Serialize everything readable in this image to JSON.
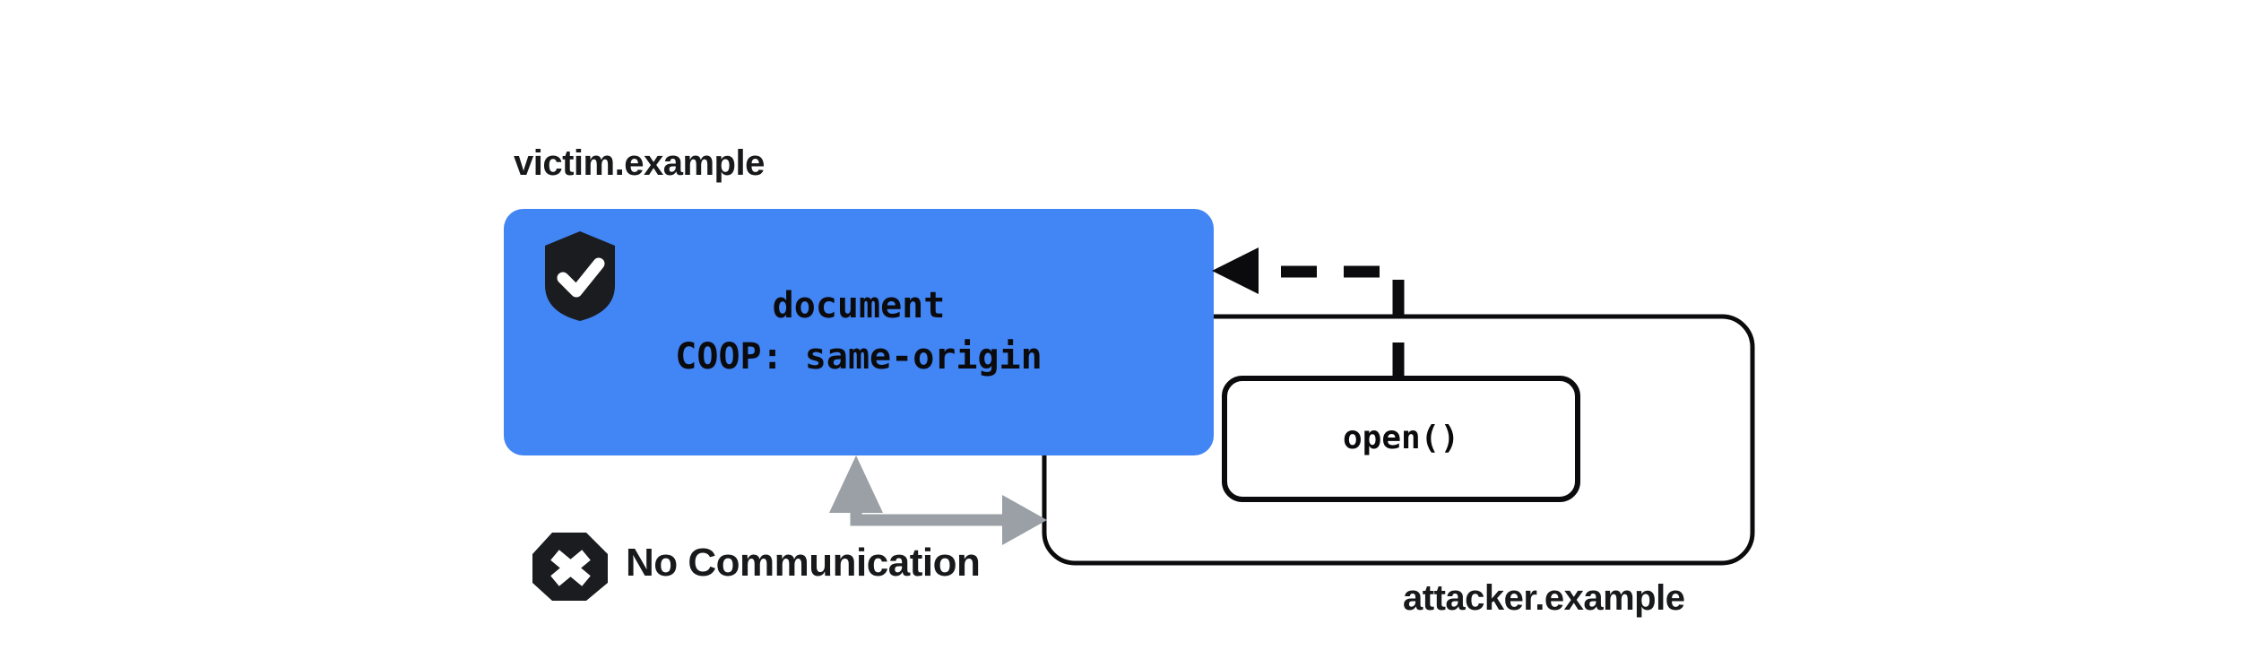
{
  "diagram": {
    "title": "COOP same-origin blocks cross-origin window communication",
    "colors": {
      "victim_fill": "#4285f4",
      "stroke": "#0b0b0d",
      "text": "#18191b",
      "no_communication_arrow": "#9aa0a6",
      "page_background": "#ffffff"
    },
    "victim": {
      "origin_label": "victim.example",
      "document_label": "document",
      "coop_header": "COOP: same-origin",
      "shield_icon": "shield-check-icon"
    },
    "attacker": {
      "origin_label": "attacker.example",
      "open_call": "open()"
    },
    "relations": {
      "open_arrow": {
        "style": "dashed",
        "direction": "attacker-to-victim",
        "label": ""
      },
      "blocked": {
        "label": "No Communication",
        "icon": "x-octagon-icon",
        "style": "solid-gray-double-arrow"
      }
    }
  }
}
